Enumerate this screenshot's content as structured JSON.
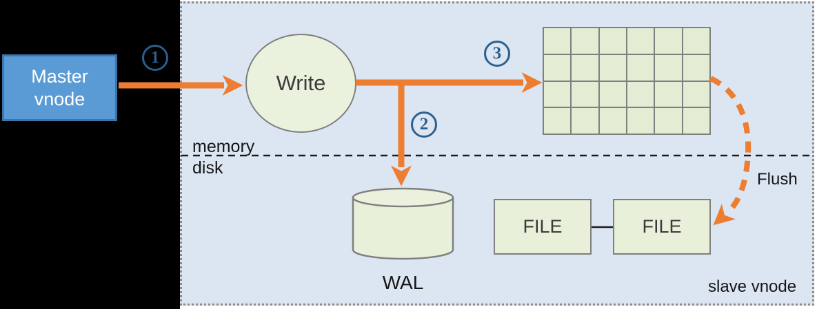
{
  "nodes": {
    "master_vnode": {
      "line1": "Master",
      "line2": "vnode"
    },
    "write": {
      "label": "Write"
    },
    "wal": {
      "label": "WAL"
    },
    "file1": {
      "label": "FILE"
    },
    "file2": {
      "label": "FILE"
    }
  },
  "steps": [
    {
      "digit": "1"
    },
    {
      "digit": "2"
    },
    {
      "digit": "3"
    }
  ],
  "labels": {
    "memory": "memory",
    "disk": "disk",
    "flush": "Flush",
    "slave_vnode": "slave vnode"
  },
  "memtable": {
    "rows": 4,
    "cols": 6
  },
  "colors": {
    "accent-orange": "#ed7d31",
    "master-blue": "#5b9bd5",
    "master-border": "#3a76ae",
    "step-blue": "#2b5f8e",
    "panel-blue": "#dce6f2",
    "node-green": "#eaf1dd",
    "grid-green": "#e3edd3",
    "file-green": "#e9f0da",
    "stroke-gray": "#7f7f7f"
  }
}
